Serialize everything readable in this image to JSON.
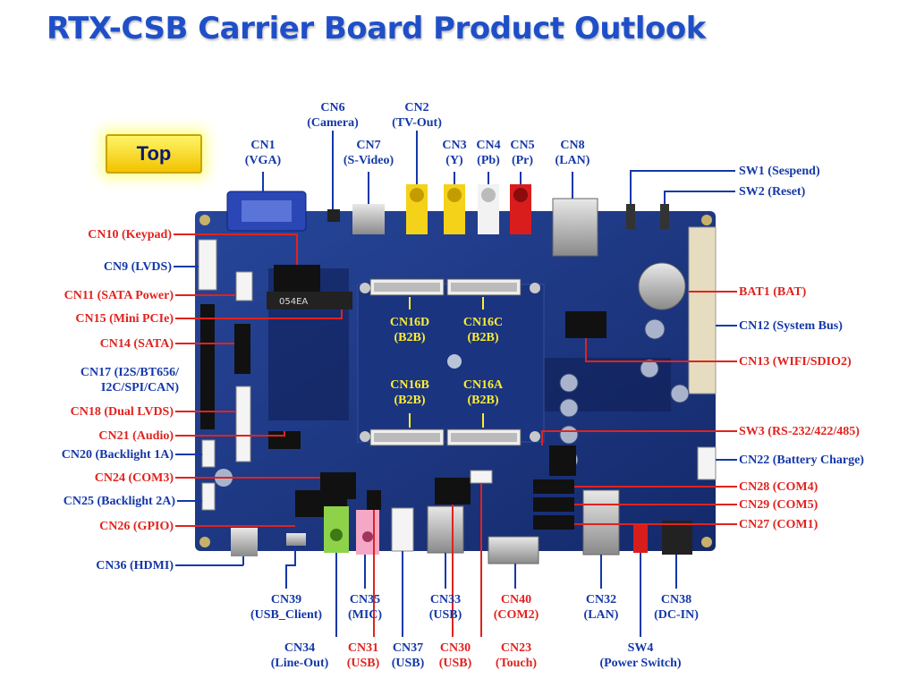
{
  "title": "RTX-CSB Carrier Board Product Outlook",
  "badge": "Top",
  "colors": {
    "title": "#1f4fc8",
    "blue_label": "#1438a8",
    "red_label": "#e0231e",
    "board": "#1d3a8c",
    "b2b": "#ffee33"
  },
  "top_labels": {
    "cn6": "CN6\n(Camera)",
    "cn2": "CN2\n(TV-Out)",
    "cn1": "CN1\n(VGA)",
    "cn7": "CN7\n(S-Video)",
    "cn3": "CN3\n(Y)",
    "cn4": "CN4\n(Pb)",
    "cn5": "CN5\n(Pr)",
    "cn8": "CN8\n(LAN)"
  },
  "left_labels": {
    "cn10": "CN10 (Keypad)",
    "cn9": "CN9 (LVDS)",
    "cn11": "CN11 (SATA Power)",
    "cn15": "CN15 (Mini PCIe)",
    "cn14": "CN14 (SATA)",
    "cn17": "CN17 (I2S/BT656/\nI2C/SPI/CAN)",
    "cn18": "CN18 (Dual LVDS)",
    "cn21": "CN21 (Audio)",
    "cn20": "CN20 (Backlight 1A)",
    "cn24": "CN24 (COM3)",
    "cn25": "CN25 (Backlight 2A)",
    "cn26": "CN26 (GPIO)",
    "cn36": "CN36 (HDMI)"
  },
  "right_labels": {
    "sw1": "SW1 (Sespend)",
    "sw2": "SW2 (Reset)",
    "bat1": "BAT1 (BAT)",
    "cn12": "CN12 (System Bus)",
    "cn13": "CN13 (WIFI/SDIO2)",
    "sw3": "SW3 (RS-232/422/485)",
    "cn22": "CN22 (Battery Charge)",
    "cn28": "CN28 (COM4)",
    "cn29": "CN29 (COM5)",
    "cn27": "CN27 (COM1)"
  },
  "bottom_labels": {
    "cn39": "CN39\n(USB_Client)",
    "cn35": "CN35\n(MIC)",
    "cn33": "CN33\n(USB)",
    "cn40": "CN40\n(COM2)",
    "cn32": "CN32\n(LAN)",
    "cn38": "CN38\n(DC-IN)",
    "cn34": "CN34\n(Line-Out)",
    "cn31": "CN31\n(USB)",
    "cn37": "CN37\n(USB)",
    "cn30": "CN30\n(USB)",
    "cn23": "CN23\n(Touch)",
    "sw4": "SW4\n(Power Switch)"
  },
  "b2b_labels": {
    "cn16d": "CN16D\n(B2B)",
    "cn16c": "CN16C\n(B2B)",
    "cn16b": "CN16B\n(B2B)",
    "cn16a": "CN16A\n(B2B)"
  },
  "chip_marking": "054EA"
}
